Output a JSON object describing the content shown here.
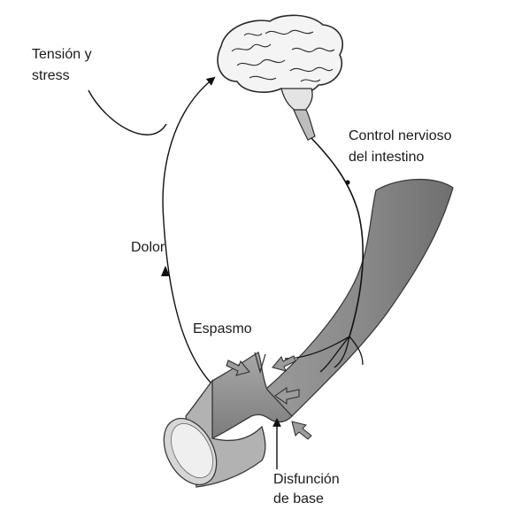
{
  "labels": {
    "tension_line1": "Tensión y",
    "tension_line2": "stress",
    "control_line1": "Control nervioso",
    "control_line2": "del intestino",
    "dolor": "Dolor",
    "espasmo": "Espasmo",
    "disfuncion_line1": "Disfunción",
    "disfuncion_line2": "de base"
  },
  "colors": {
    "background": "#ffffff",
    "intestine_fill": "#8a8a8a",
    "intestine_light": "#b9b9b9",
    "intestine_stroke": "#3a3a3a",
    "brain_fill": "#f4f4f4",
    "brain_stroke": "#2a2a2a",
    "nerve_line": "#111111",
    "text": "#1a1a1a"
  },
  "icons": {
    "brain": "brain-icon",
    "spasm_arrow": "spasm-arrow-icon"
  }
}
